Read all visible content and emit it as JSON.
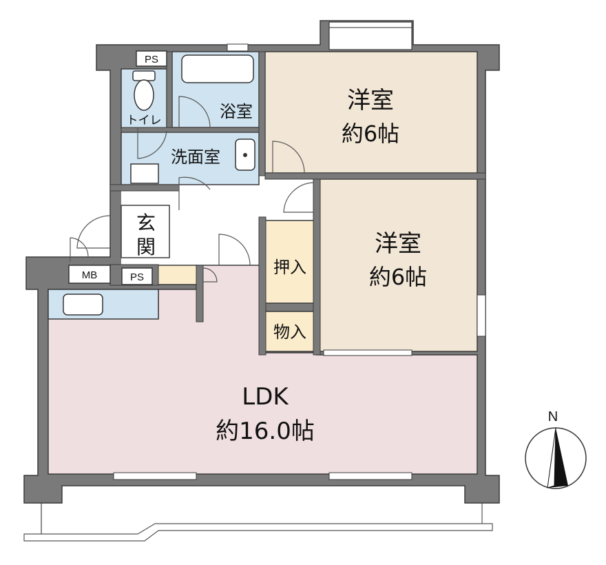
{
  "rooms": {
    "western1": {
      "name": "洋室",
      "size": "約6帖"
    },
    "western2": {
      "name": "洋室",
      "size": "約6帖"
    },
    "ldk": {
      "name": "LDK",
      "size": "約16.0帖"
    },
    "bath": {
      "name": "浴室"
    },
    "washroom": {
      "name": "洗面室"
    },
    "toilet": {
      "name": "トイレ"
    },
    "entrance": {
      "line1": "玄",
      "line2": "関"
    },
    "closet": {
      "name": "押入"
    },
    "storage": {
      "name": "物入"
    }
  },
  "labels": {
    "ps_top": "PS",
    "ps_bottom": "PS",
    "mb": "MB"
  },
  "compass": {
    "north": "N"
  },
  "colors": {
    "western": "#f2e6d6",
    "ldk": "#f0dfe0",
    "wet": "#cfe3f0",
    "closet": "#fbeccb",
    "wall": "#7a7a7a",
    "hall": "#ffffff"
  }
}
